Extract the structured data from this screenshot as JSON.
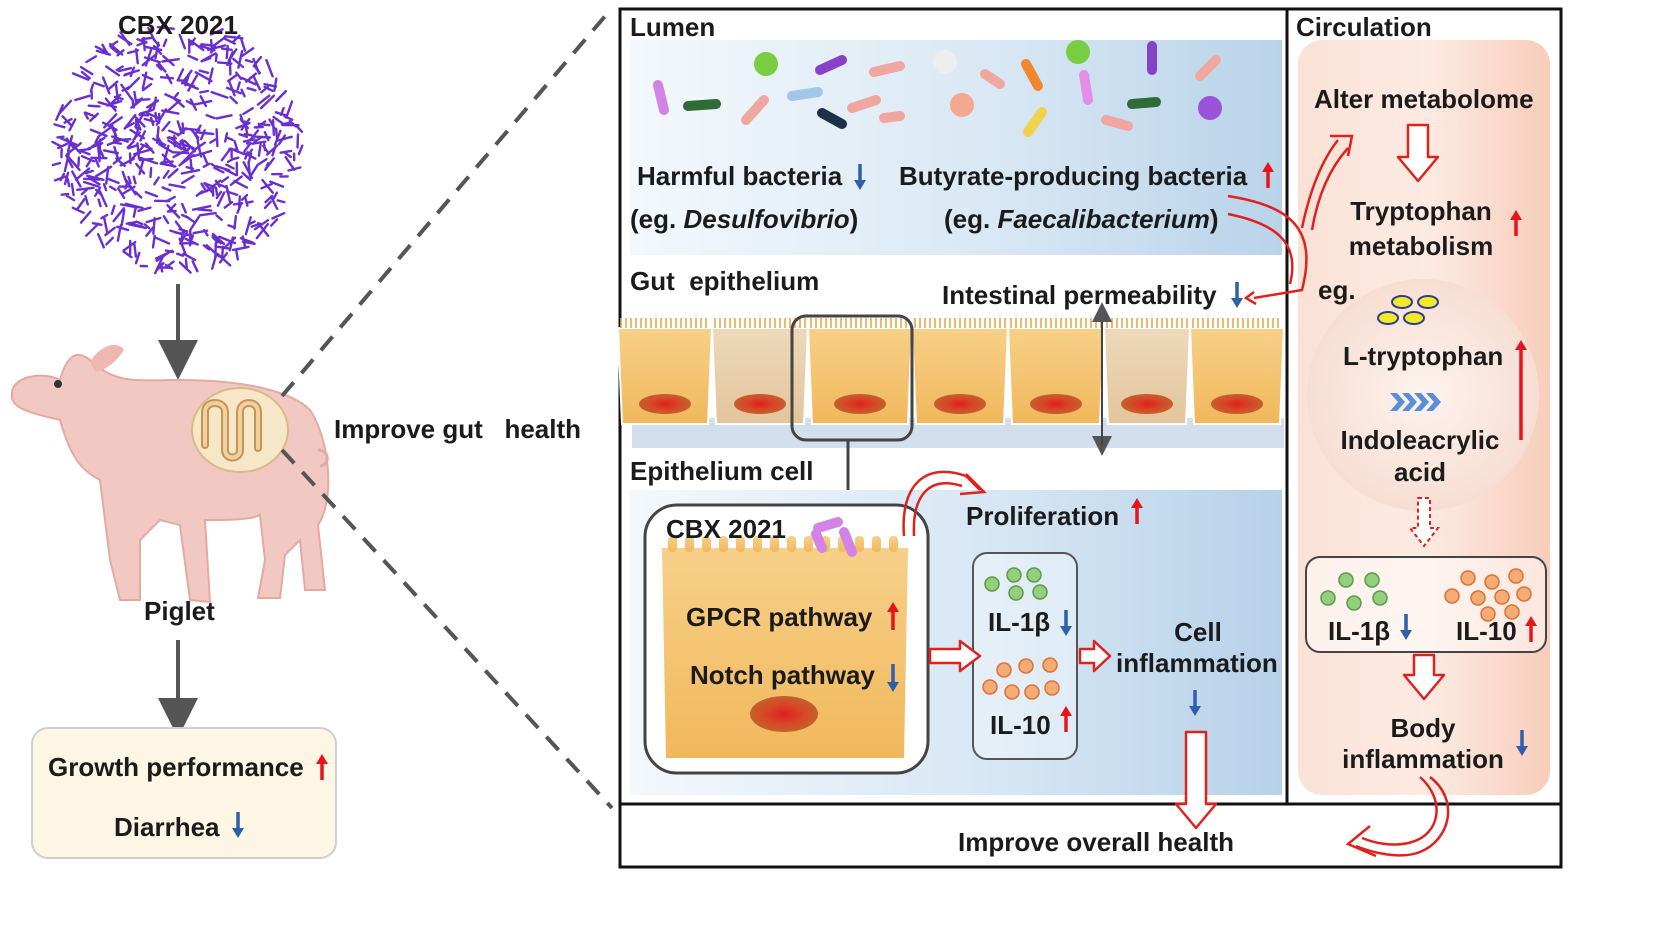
{
  "left": {
    "strain_title": "CBX 2021",
    "host_label": "Piglet",
    "middle_caption": "Improve gut   health",
    "outcomes": [
      "Growth performance",
      "Diarrhea"
    ]
  },
  "lumen": {
    "title": "Lumen",
    "harmful": "Harmful bacteria",
    "harmful_example_prefix": "(eg. ",
    "harmful_example_genus": "Desulfovibrio",
    "example_suffix": ")",
    "butyrate": "Butyrate-producing bacteria",
    "butyrate_example_prefix": "(eg. ",
    "butyrate_example_genus": "Faecalibacterium"
  },
  "epithelium": {
    "title": "Gut  epithelium",
    "permeability": "Intestinal permeability"
  },
  "cell": {
    "title": "Epithelium cell",
    "strain": "CBX 2021",
    "gpcr": "GPCR pathway",
    "notch": "Notch pathway",
    "proliferation": "Proliferation",
    "il1b": "IL-1β",
    "il10": "IL-10",
    "cell_inflammation_1": "Cell",
    "cell_inflammation_2": "inflammation"
  },
  "circulation": {
    "title": "Circulation",
    "metabolome": "Alter metabolome",
    "tryptophan_1": "Tryptophan",
    "tryptophan_2": "metabolism",
    "eg": "eg.",
    "l_tryptophan": "L-tryptophan",
    "indole_1": "Indoleacrylic",
    "indole_2": "acid",
    "il1b": "IL-1β",
    "il10": "IL-10",
    "body_1": "Body",
    "body_2": "inflammation"
  },
  "bottom": {
    "overall": "Improve overall health"
  },
  "colors": {
    "up_arrow": "#e8141b",
    "down_arrow": "#2f5fa8",
    "flow_arrow": "#e0221e",
    "lumen_bg": "#d6e6f3",
    "circulation_bg": "#fad9cc",
    "cell_fill": "#f5c777",
    "bacteria_purple": "#7a42d6",
    "il1b_fill": "#93cf7c",
    "il10_fill": "#f2a46b"
  }
}
